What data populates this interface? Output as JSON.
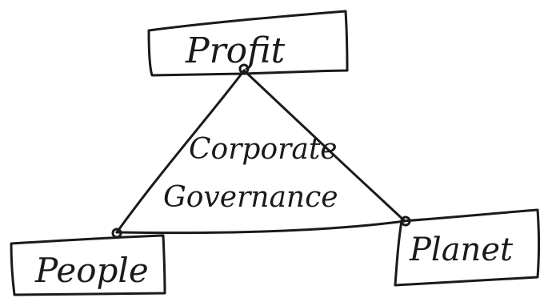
{
  "diagram": {
    "nodes": {
      "top": {
        "label": "Profit"
      },
      "left": {
        "label": "People"
      },
      "right": {
        "label": "Planet"
      }
    },
    "center": {
      "line1": "Corporate",
      "line2": "Governance"
    }
  },
  "colors": {
    "ink": "#1a1a1a",
    "paper": "#ffffff"
  }
}
